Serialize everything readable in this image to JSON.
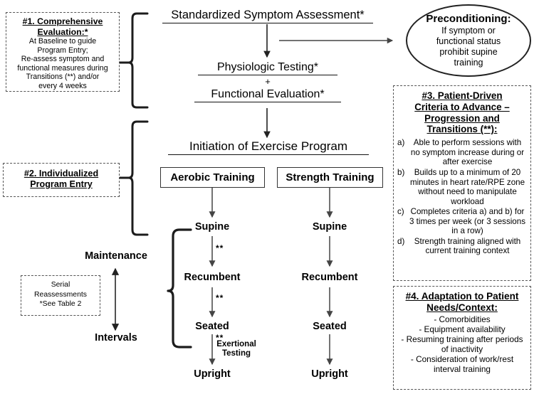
{
  "diagram": {
    "title": "Exercise Rehabilitation Program Flowchart",
    "colors": {
      "ink": "#000000",
      "boxline": "#333333",
      "dashline": "#555555"
    }
  },
  "box1": {
    "heading_line1": "#1. Comprehensive",
    "heading_line2": "Evaluation:*",
    "body_lines": [
      "At Baseline to guide",
      "Program Entry;",
      "Re-assess symptom and",
      "functional measures during",
      "Transitions (**) and/or",
      "every 4 weeks"
    ]
  },
  "box2": {
    "heading_line1": "#2. Individualized",
    "heading_line2": "Program Entry"
  },
  "box_serial": {
    "lines": [
      "Serial",
      "Reassessments",
      "*See Table 2"
    ]
  },
  "box3": {
    "heading_lines": [
      "#3. Patient-Driven",
      "Criteria to Advance –",
      "Progression and",
      "Transitions (**):"
    ],
    "criteria": [
      {
        "label": "a)",
        "text": "Able to perform sessions with no symptom increase during or after exercise"
      },
      {
        "label": "b)",
        "text": "Builds up to a minimum of 20 minutes in heart rate/RPE zone without need to manipulate workload"
      },
      {
        "label": "c)",
        "text": "Completes criteria a) and b) for 3 times per week (or 3 sessions in a row)"
      },
      {
        "label": "d)",
        "text": "Strength training aligned with current training context"
      }
    ]
  },
  "box4": {
    "heading_lines": [
      "#4. Adaptation to Patient",
      "Needs/Context:"
    ],
    "items": [
      "-   Comorbidities",
      "-   Equipment availability",
      "-   Resuming training after periods of inactivity",
      "-   Consideration of work/rest interval training"
    ]
  },
  "preconditioning": {
    "title": "Preconditioning:",
    "body_lines": [
      "If symptom or",
      "functional status",
      "prohibit supine",
      "training"
    ]
  },
  "flow": {
    "assessment": "Standardized Symptom Assessment*",
    "physiologic": "Physiologic Testing*",
    "plus": "+",
    "functional": "Functional Evaluation*",
    "initiation": "Initiation of Exercise Program"
  },
  "columns": {
    "aerobic": {
      "header": "Aerobic Training",
      "stages": [
        "Supine",
        "Recumbent",
        "Seated",
        "Upright"
      ],
      "transition_marks": [
        "**",
        "**",
        "**"
      ],
      "exertional_label_line1": "Exertional",
      "exertional_label_line2": "Testing"
    },
    "strength": {
      "header": "Strength Training",
      "stages": [
        "Supine",
        "Recumbent",
        "Seated",
        "Upright"
      ]
    }
  },
  "side_axis": {
    "top_label": "Maintenance",
    "bottom_label": "Intervals"
  }
}
